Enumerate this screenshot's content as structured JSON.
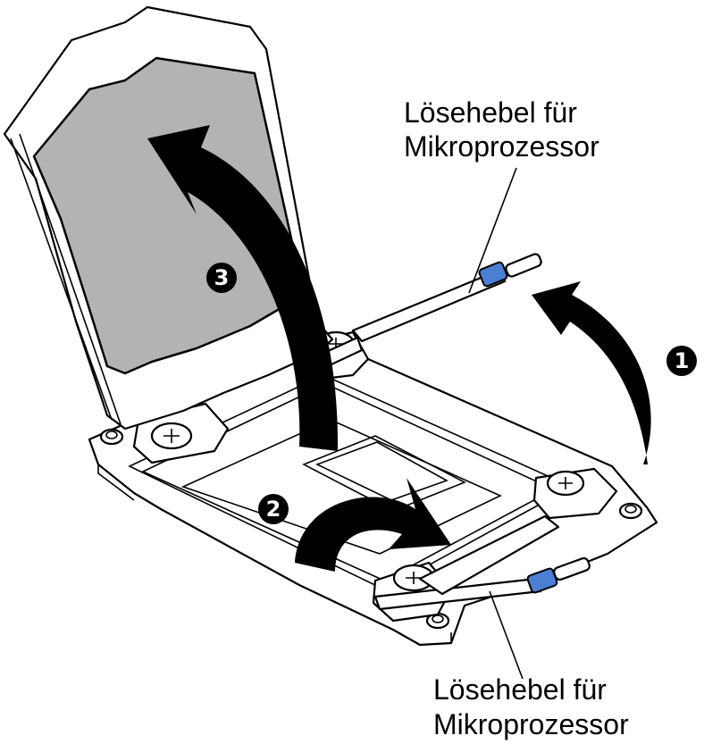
{
  "callouts": {
    "top_line1": "Lösehebel für",
    "top_line2": "Mikroprozessor",
    "bottom_line1": "Lösehebel für",
    "bottom_line2": "Mikroprozessor"
  },
  "steps": {
    "step1": "1",
    "step2": "2",
    "step3": "3"
  },
  "colors": {
    "lever_cap": "#4a7fd4",
    "cover_fill": "#b3b3b3"
  }
}
